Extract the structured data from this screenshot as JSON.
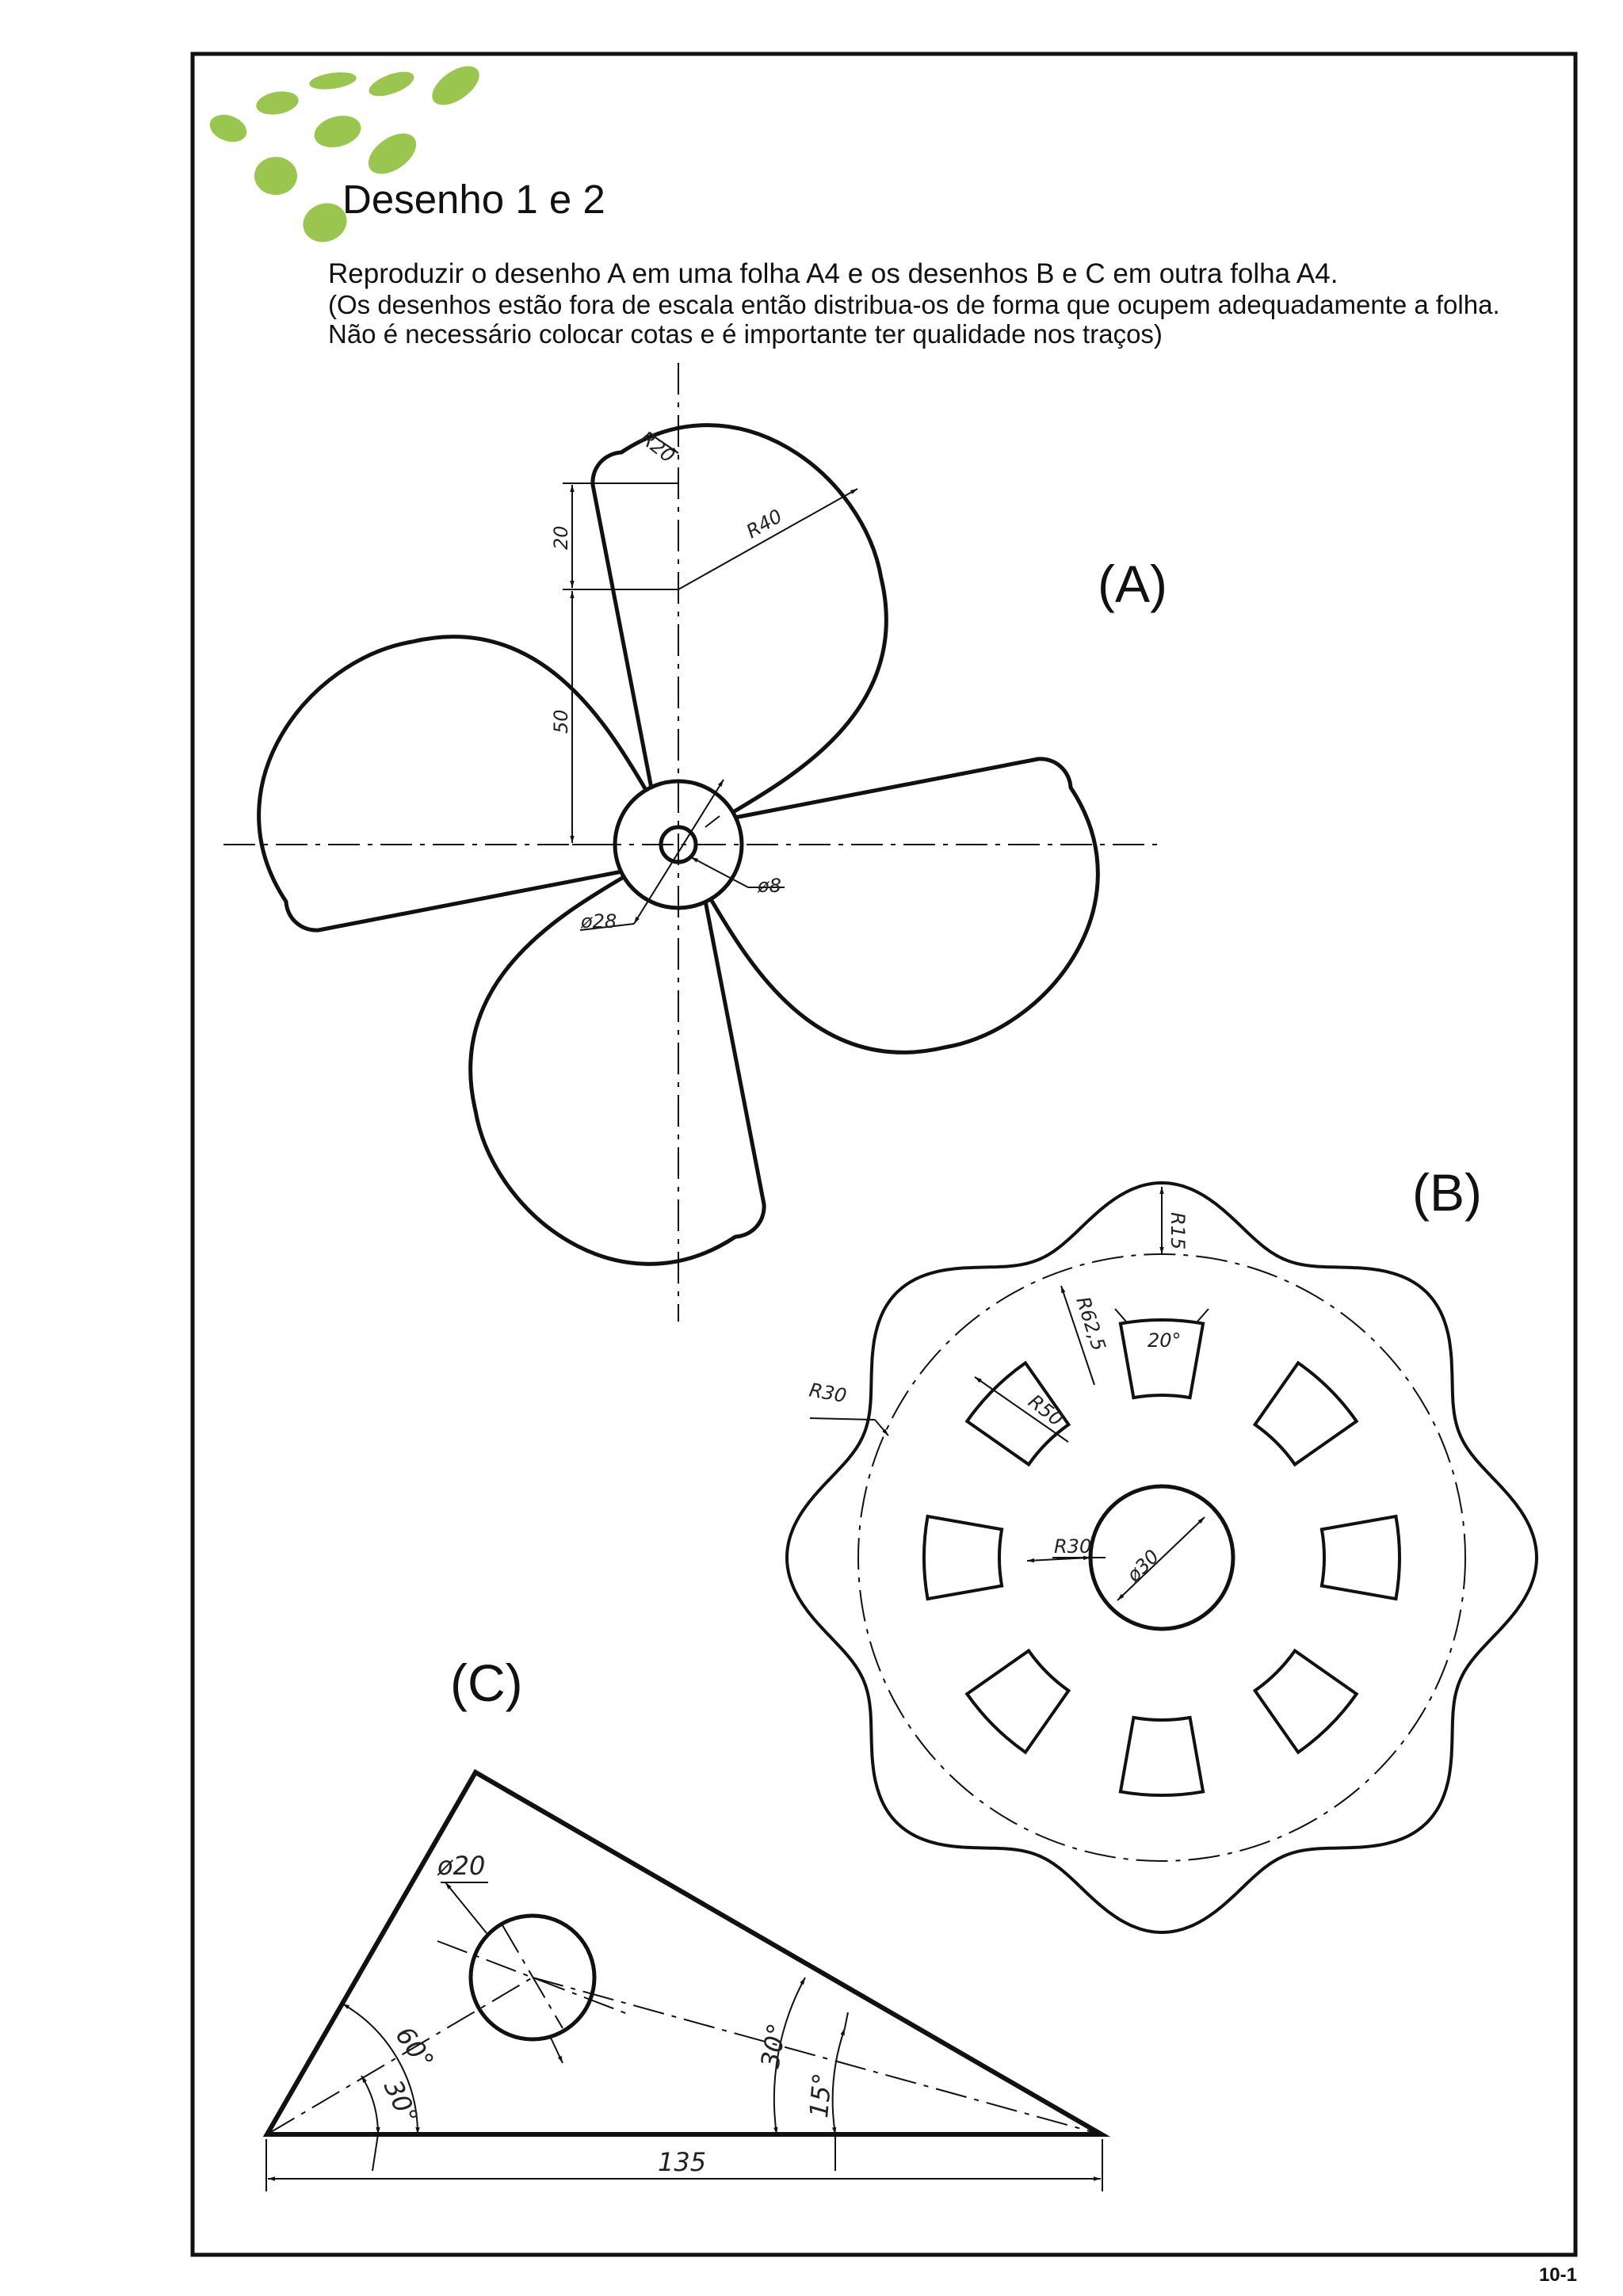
{
  "title": "Desenho 1 e 2",
  "instructions": {
    "line1": "Reproduzir o desenho A em uma folha A4 e os desenhos B e C em outra folha A4.",
    "line2": "(Os desenhos estão fora de escala então distribua-os de forma que ocupem adequadamente a folha.",
    "line3": "Não é necessário colocar cotas e é importante ter qualidade nos traços)"
  },
  "page_number": "10-1",
  "brand_color": "#9ac64f",
  "drawings": {
    "a": {
      "label": "(A)",
      "dims": {
        "r20": "R20",
        "r40": "R40",
        "d20": "20",
        "d50": "50",
        "dia8": "ø8",
        "dia28": "ø28"
      }
    },
    "b": {
      "label": "(B)",
      "dims": {
        "r15": "R15",
        "r62": "R62,5",
        "a20": "20°",
        "r50": "R50",
        "r30a": "R30",
        "r30b": "R30",
        "dia30": "ø30"
      }
    },
    "c": {
      "label": "(C)",
      "dims": {
        "dia20": "ø20",
        "a60": "60°",
        "a30a": "30°",
        "a30b": "30°",
        "a15": "15°",
        "len135": "135"
      }
    }
  }
}
